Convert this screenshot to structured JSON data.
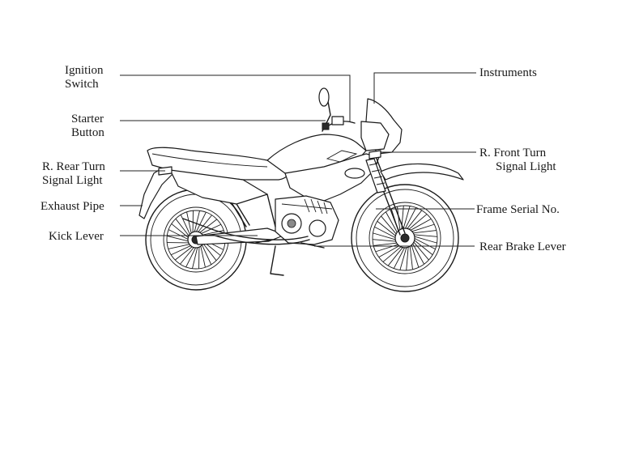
{
  "labels": {
    "ignition_switch": [
      "Ignition",
      "Switch"
    ],
    "starter_button": [
      "Starter",
      "Button"
    ],
    "rear_turn_signal": [
      "R. Rear Turn",
      "Signal Light"
    ],
    "exhaust_pipe": [
      "Exhaust Pipe"
    ],
    "kick_lever": [
      "Kick Lever"
    ],
    "instruments": [
      "Instruments"
    ],
    "front_turn_signal": [
      "R. Front Turn",
      "Signal Light"
    ],
    "frame_serial": [
      "Frame Serial No."
    ],
    "rear_brake_lever": [
      "Rear Brake Lever"
    ]
  }
}
